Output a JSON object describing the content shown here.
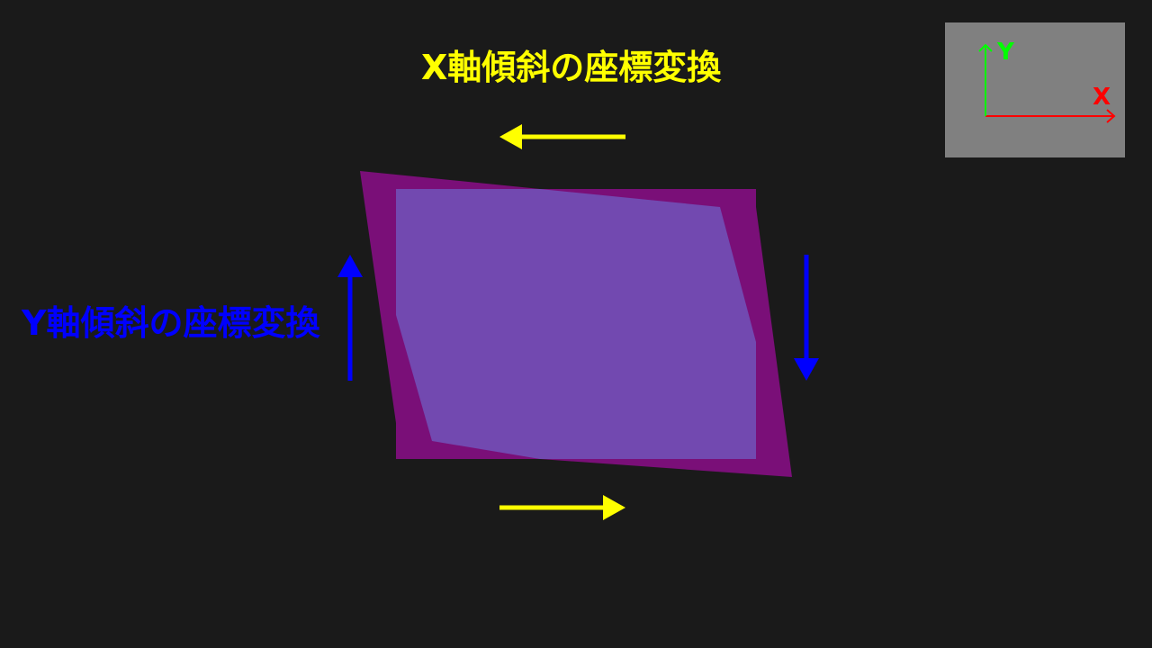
{
  "labels": {
    "x_skew": "X軸傾斜の座標変換",
    "y_skew": "Y軸傾斜の座標変換"
  },
  "axes": {
    "x_label": "X",
    "y_label": "Y"
  },
  "colors": {
    "background": "#1a1a1a",
    "original_rect": "#137a76",
    "skew_y_shape": "#7a0f78",
    "skew_x_shape": "#7249b0",
    "x_arrow": "#ffff00",
    "y_arrow": "#0000ff",
    "axis_panel": "#808080",
    "axis_x": "#ff0000",
    "axis_y": "#00ff00"
  }
}
